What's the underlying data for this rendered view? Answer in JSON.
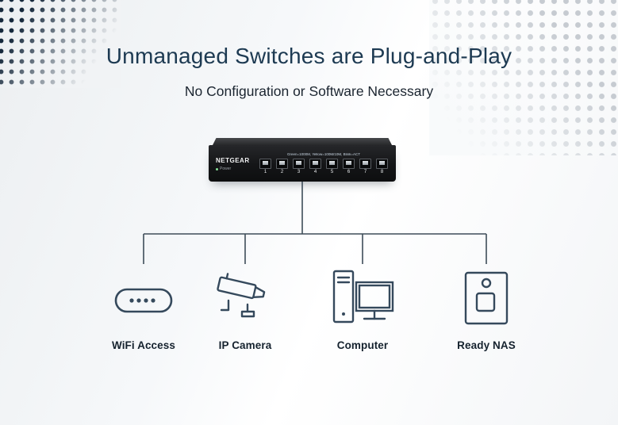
{
  "header": {
    "title": "Unmanaged Switches are Plug-and-Play",
    "subtitle": "No Configuration or Software Necessary"
  },
  "switch_device": {
    "brand": "NETGEAR",
    "power_label": "Power",
    "ports_caption": "Green=1000M, Yellow=100M/10M, Blink=ACT",
    "ports": [
      "1",
      "2",
      "3",
      "4",
      "5",
      "6",
      "7",
      "8"
    ]
  },
  "connected_devices": [
    {
      "label": "WiFi Access",
      "icon": "wifi-access-point-icon"
    },
    {
      "label": "IP Camera",
      "icon": "ip-camera-icon"
    },
    {
      "label": "Computer",
      "icon": "desktop-computer-icon"
    },
    {
      "label": "Ready NAS",
      "icon": "nas-storage-icon"
    }
  ],
  "colors": {
    "title_text": "#1d3a52",
    "body_text": "#1b2530",
    "label_text": "#15222e",
    "icon_stroke": "#35495c",
    "connector_line": "#3e4d59",
    "switch_body": "#141517",
    "dots_dark": "#16293c",
    "dots_light": "#c6cbd1"
  }
}
